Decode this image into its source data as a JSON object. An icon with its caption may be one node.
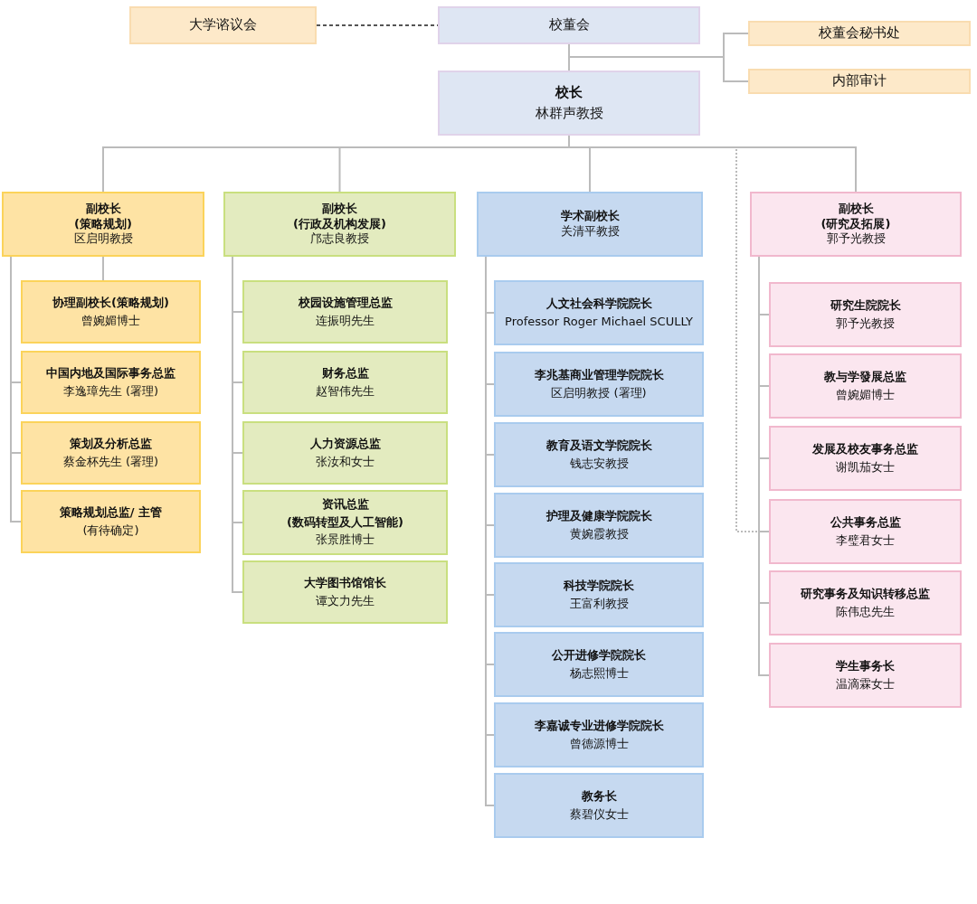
{
  "diagram": {
    "nodes": [
      {
        "text": [
          "大学谘议会"
        ]
      },
      {
        "text": [
          "校董会"
        ]
      },
      {
        "text": [
          "校董会秘书处"
        ]
      },
      {
        "text": [
          "内部审计"
        ]
      },
      {
        "text": [
          "校长",
          "林群声教授"
        ]
      },
      {
        "text": [
          "副校长",
          "(策略规划)",
          "区启明教授"
        ]
      },
      {
        "text": [
          "副校长",
          "(行政及机构发展)",
          "邝志良教授"
        ]
      },
      {
        "text": [
          "学术副校长",
          "关清平教授"
        ]
      },
      {
        "text": [
          "副校长",
          "(研究及拓展)",
          "郭予光教授"
        ]
      },
      {
        "text": [
          "协理副校长(策略规划)",
          "曾婉媚博士"
        ]
      },
      {
        "text": [
          "中国内地及国际事务总监",
          "李逸璋先生 (署理)"
        ]
      },
      {
        "text": [
          "策划及分析总监",
          "蔡金杯先生 (署理)"
        ]
      },
      {
        "text": [
          "策略规划总监/ 主管",
          "(有待确定)"
        ]
      },
      {
        "text": [
          "校园设施管理总监",
          "连振明先生"
        ]
      },
      {
        "text": [
          "财务总监",
          "赵智伟先生"
        ]
      },
      {
        "text": [
          "人力资源总监",
          "张汝和女士"
        ]
      },
      {
        "text": [
          "资讯总监",
          "(数码转型及人工智能)",
          "张景胜博士"
        ]
      },
      {
        "text": [
          "大学图书馆馆长",
          "谭文力先生"
        ]
      },
      {
        "text": [
          "人文社会科学院院长",
          "Professor Roger Michael SCULLY"
        ]
      },
      {
        "text": [
          "李兆基商业管理学院院长",
          "区启明教授 (署理)"
        ]
      },
      {
        "text": [
          "教育及语文学院院长",
          "钱志安教授"
        ]
      },
      {
        "text": [
          "护理及健康学院院长",
          "黄婉霞教授"
        ]
      },
      {
        "text": [
          "科技学院院长",
          "王富利教授"
        ]
      },
      {
        "text": [
          "公开进修学院院长",
          "杨志熙博士"
        ]
      },
      {
        "text": [
          "李嘉诚专业进修学院院长",
          "曾德源博士"
        ]
      },
      {
        "text": [
          "教务长",
          "蔡碧仪女士"
        ]
      },
      {
        "text": [
          "研究生院院长",
          "郭予光教授"
        ]
      },
      {
        "text": [
          "教与学發展总监",
          "曾婉媚博士"
        ]
      },
      {
        "text": [
          "发展及校友事务总监",
          "谢凯茄女士"
        ]
      },
      {
        "text": [
          "公共事务总监",
          "李璧君女士"
        ]
      },
      {
        "text": [
          "研究事务及知识转移总监",
          "陈伟忠先生"
        ]
      },
      {
        "text": [
          "学生事务长",
          "温滴霖女士"
        ]
      }
    ],
    "edges": [
      {
        "from": 0,
        "to": 1,
        "arrow": "none",
        "style": "dashed",
        "color": "#555555"
      },
      {
        "from": 1,
        "to": 4,
        "arrow": "none"
      },
      {
        "from": 1,
        "to": 2,
        "arrow": "none"
      },
      {
        "from": 1,
        "to": 3,
        "arrow": "none"
      },
      {
        "from": 4,
        "to": 5,
        "arrow": "none"
      },
      {
        "from": 4,
        "to": 6,
        "arrow": "none"
      },
      {
        "from": 4,
        "to": 7,
        "arrow": "none"
      },
      {
        "from": 4,
        "to": 8,
        "arrow": "none"
      },
      {
        "from": 4,
        "to": 29,
        "arrow": "none",
        "style": "dashed"
      },
      {
        "from": 5,
        "to": 9,
        "arrow": "none"
      },
      {
        "from": 5,
        "to": 10,
        "arrow": "none"
      },
      {
        "from": 5,
        "to": 11,
        "arrow": "none"
      },
      {
        "from": 5,
        "to": 12,
        "arrow": "none"
      },
      {
        "from": 6,
        "to": 13,
        "arrow": "none"
      },
      {
        "from": 6,
        "to": 14,
        "arrow": "none"
      },
      {
        "from": 6,
        "to": 15,
        "arrow": "none"
      },
      {
        "from": 6,
        "to": 16,
        "arrow": "none"
      },
      {
        "from": 6,
        "to": 17,
        "arrow": "none"
      },
      {
        "from": 7,
        "to": 18,
        "arrow": "none"
      },
      {
        "from": 7,
        "to": 19,
        "arrow": "none"
      },
      {
        "from": 7,
        "to": 20,
        "arrow": "none"
      },
      {
        "from": 7,
        "to": 21,
        "arrow": "none"
      },
      {
        "from": 7,
        "to": 22,
        "arrow": "none"
      },
      {
        "from": 7,
        "to": 23,
        "arrow": "none"
      },
      {
        "from": 7,
        "to": 24,
        "arrow": "none"
      },
      {
        "from": 7,
        "to": 25,
        "arrow": "none"
      },
      {
        "from": 8,
        "to": 26,
        "arrow": "none"
      },
      {
        "from": 8,
        "to": 27,
        "arrow": "none"
      },
      {
        "from": 8,
        "to": 28,
        "arrow": "none"
      },
      {
        "from": 8,
        "to": 29,
        "arrow": "none"
      },
      {
        "from": 8,
        "to": 30,
        "arrow": "none"
      },
      {
        "from": 8,
        "to": 31,
        "arrow": "none"
      }
    ]
  }
}
